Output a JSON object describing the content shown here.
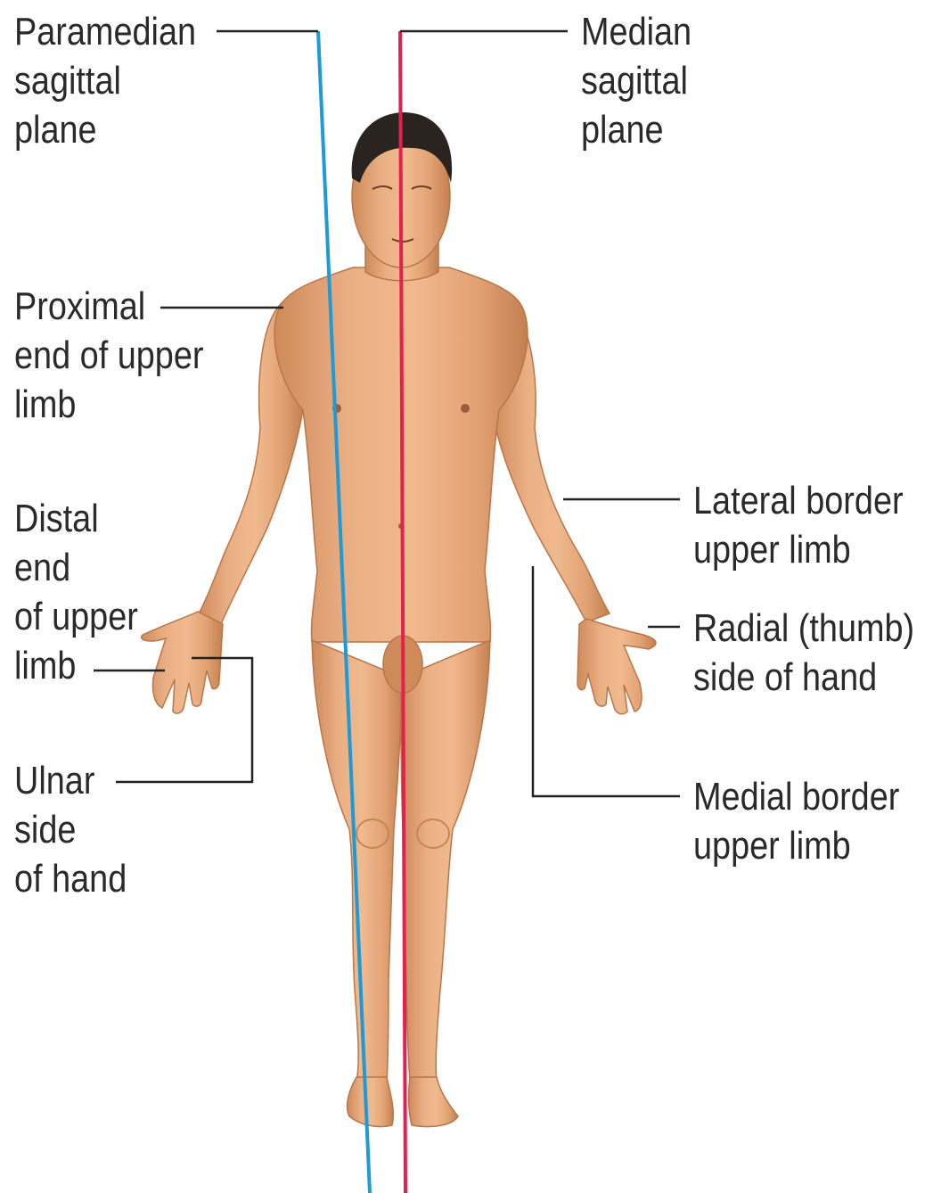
{
  "labels": {
    "paramedian": [
      "Paramedian",
      "sagittal",
      "plane"
    ],
    "median": [
      "Median",
      "sagittal",
      "plane"
    ],
    "proximal": [
      "Proximal",
      "end of upper",
      "limb"
    ],
    "distal": [
      "Distal",
      "end",
      "of upper",
      "limb"
    ],
    "ulnar": [
      "Ulnar",
      "side",
      "of hand"
    ],
    "lateral": [
      "Lateral border",
      "upper limb"
    ],
    "radial": [
      "Radial (thumb)",
      "side of hand"
    ],
    "medial": [
      "Medial border",
      "upper limb"
    ]
  },
  "colors": {
    "paramedian_plane": "#1e9ad6",
    "median_plane": "#e3204f",
    "leader_line": "#222222",
    "skin": "#e8a877",
    "skin_shadow": "#c98455",
    "hair": "#2a2320"
  }
}
